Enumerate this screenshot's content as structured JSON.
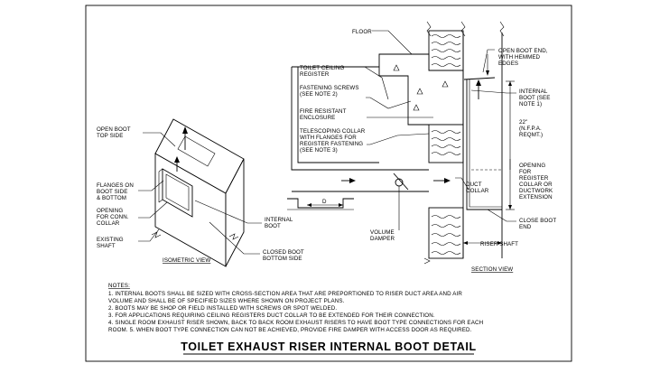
{
  "title": "TOILET EXHAUST RISER INTERNAL BOOT DETAIL",
  "views": {
    "isometric": "ISOMETRIC VIEW",
    "section": "SECTION VIEW"
  },
  "labels": {
    "floor": "FLOOR",
    "toilet_ceiling_register": [
      "TOILET CEILING",
      "REGISTER"
    ],
    "fastening_screws": [
      "FASTENING SCREWS",
      "(SEE NOTE 2)"
    ],
    "fire_resistant_enclosure": [
      "FIRE RESISTANT",
      "ENCLOSURE"
    ],
    "telescoping_collar": [
      "TELESCOPING COLLAR",
      "WITH FLANGES FOR",
      "REGISTER FASTENING",
      "(SEE NOTE 3)"
    ],
    "open_boot_top": [
      "OPEN BOOT",
      "TOP SIDE"
    ],
    "flanges": [
      "FLANGES ON",
      "BOOT SIDE",
      "& BOTTOM"
    ],
    "opening_conn_collar": [
      "OPENING",
      "FOR CONN.",
      "COLLAR"
    ],
    "existing_shaft": [
      "EXISTING",
      "SHAFT"
    ],
    "internal_boot_iso": [
      "INTERNAL",
      "BOOT"
    ],
    "closed_boot": [
      "CLOSED BOOT",
      "BOTTOM SIDE"
    ],
    "volume_damper": [
      "VOLUME",
      "DAMPER"
    ],
    "duct_collar": [
      "DUCT",
      "COLLAR"
    ],
    "open_boot_end": [
      "OPEN BOOT END,",
      "WITH HEMMED",
      "EDGES"
    ],
    "internal_boot_section": [
      "INTERNAL",
      "BOOT (SEE",
      "NOTE 1)"
    ],
    "dim_22": [
      "22\"",
      "(N.F.P.A.",
      "REQMT.)"
    ],
    "opening_register": [
      "OPENING",
      "FOR",
      "REGISTER",
      "COLLAR OR",
      "DUCTWORK",
      "EXTENSION"
    ],
    "close_boot_end": [
      "CLOSE BOOT",
      "END"
    ],
    "riser_shaft": "RISER SHAFT",
    "dim_d": "D"
  },
  "notes": {
    "heading": "NOTES:",
    "lines": [
      "1. INTERNAL BOOTS SHALL BE SIZED WITH CROSS-SECTION AREA THAT ARE PREPORTIONED TO RISER DUCT AREA AND AIR",
      "    VOLUME AND SHALL BE OF SPECIFIED SIZES WHERE SHOWN ON PROJECT PLANS.",
      "2. BOOTS MAY BE SHOP OR FIELD INSTALLED WITH SCREWS OR SPOT WELDED.",
      "3. FOR APPLICATIONS REQUIRING CEILING REGISTERS DUCT COLLAR TO BE EXTENDED FOR THEIR CONNECTION.",
      "4. SINGLE ROOM EXHAUST RISER SHOWN, BACK TO BACK ROOM EXHAUST RISERS TO HAVE BOOT TYPE CONNECTIONS FOR EACH",
      "    ROOM. 5. WHEN BOOT TYPE CONNECTION CAN NOT BE ACHIEVED, PROVIDE FIRE DAMPER WITH ACCESS DOOR AS REQUIRED."
    ]
  }
}
